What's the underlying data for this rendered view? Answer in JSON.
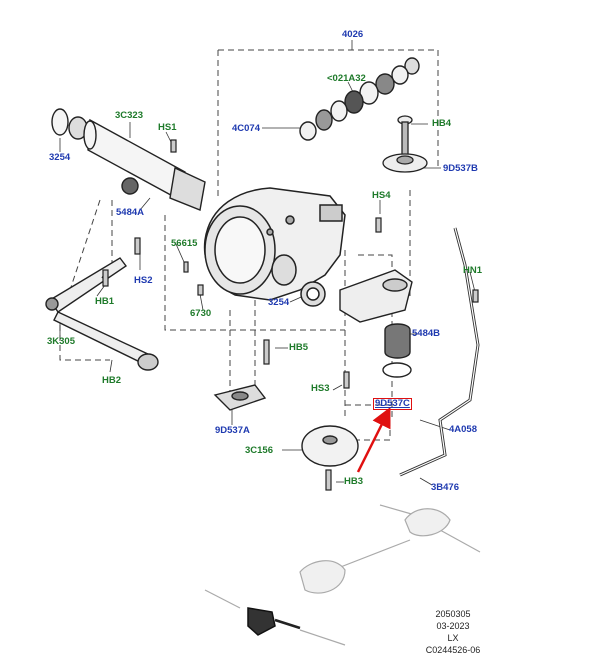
{
  "labels": {
    "n4026": "4026",
    "n021A32": "<021A32",
    "n4C074": "4C074",
    "HB4": "HB4",
    "n9D537B": "9D537B",
    "n3C323": "3C323",
    "HS1": "HS1",
    "n3254_left": "3254",
    "n5484A": "5484A",
    "HS4": "HS4",
    "n56615": "56615",
    "HS2": "HS2",
    "HB1": "HB1",
    "HN1": "HN1",
    "n3254_mid": "3254",
    "n6730": "6730",
    "n5484B": "5484B",
    "n3K305": "3K305",
    "HB5": "HB5",
    "HB2": "HB2",
    "HS3": "HS3",
    "n9D537C": "9D537C",
    "n4A058": "4A058",
    "n9D537A": "9D537A",
    "n3C156": "3C156",
    "HB3": "HB3",
    "n3B476": "3B476"
  },
  "footer": {
    "line1": "2050305",
    "line2": "03-2023",
    "line3": "LX",
    "line4": "C0244526-06"
  },
  "colors": {
    "part_label": "#1f3ab0",
    "fastener_label": "#1e7a2a",
    "highlight": "#e01010"
  }
}
